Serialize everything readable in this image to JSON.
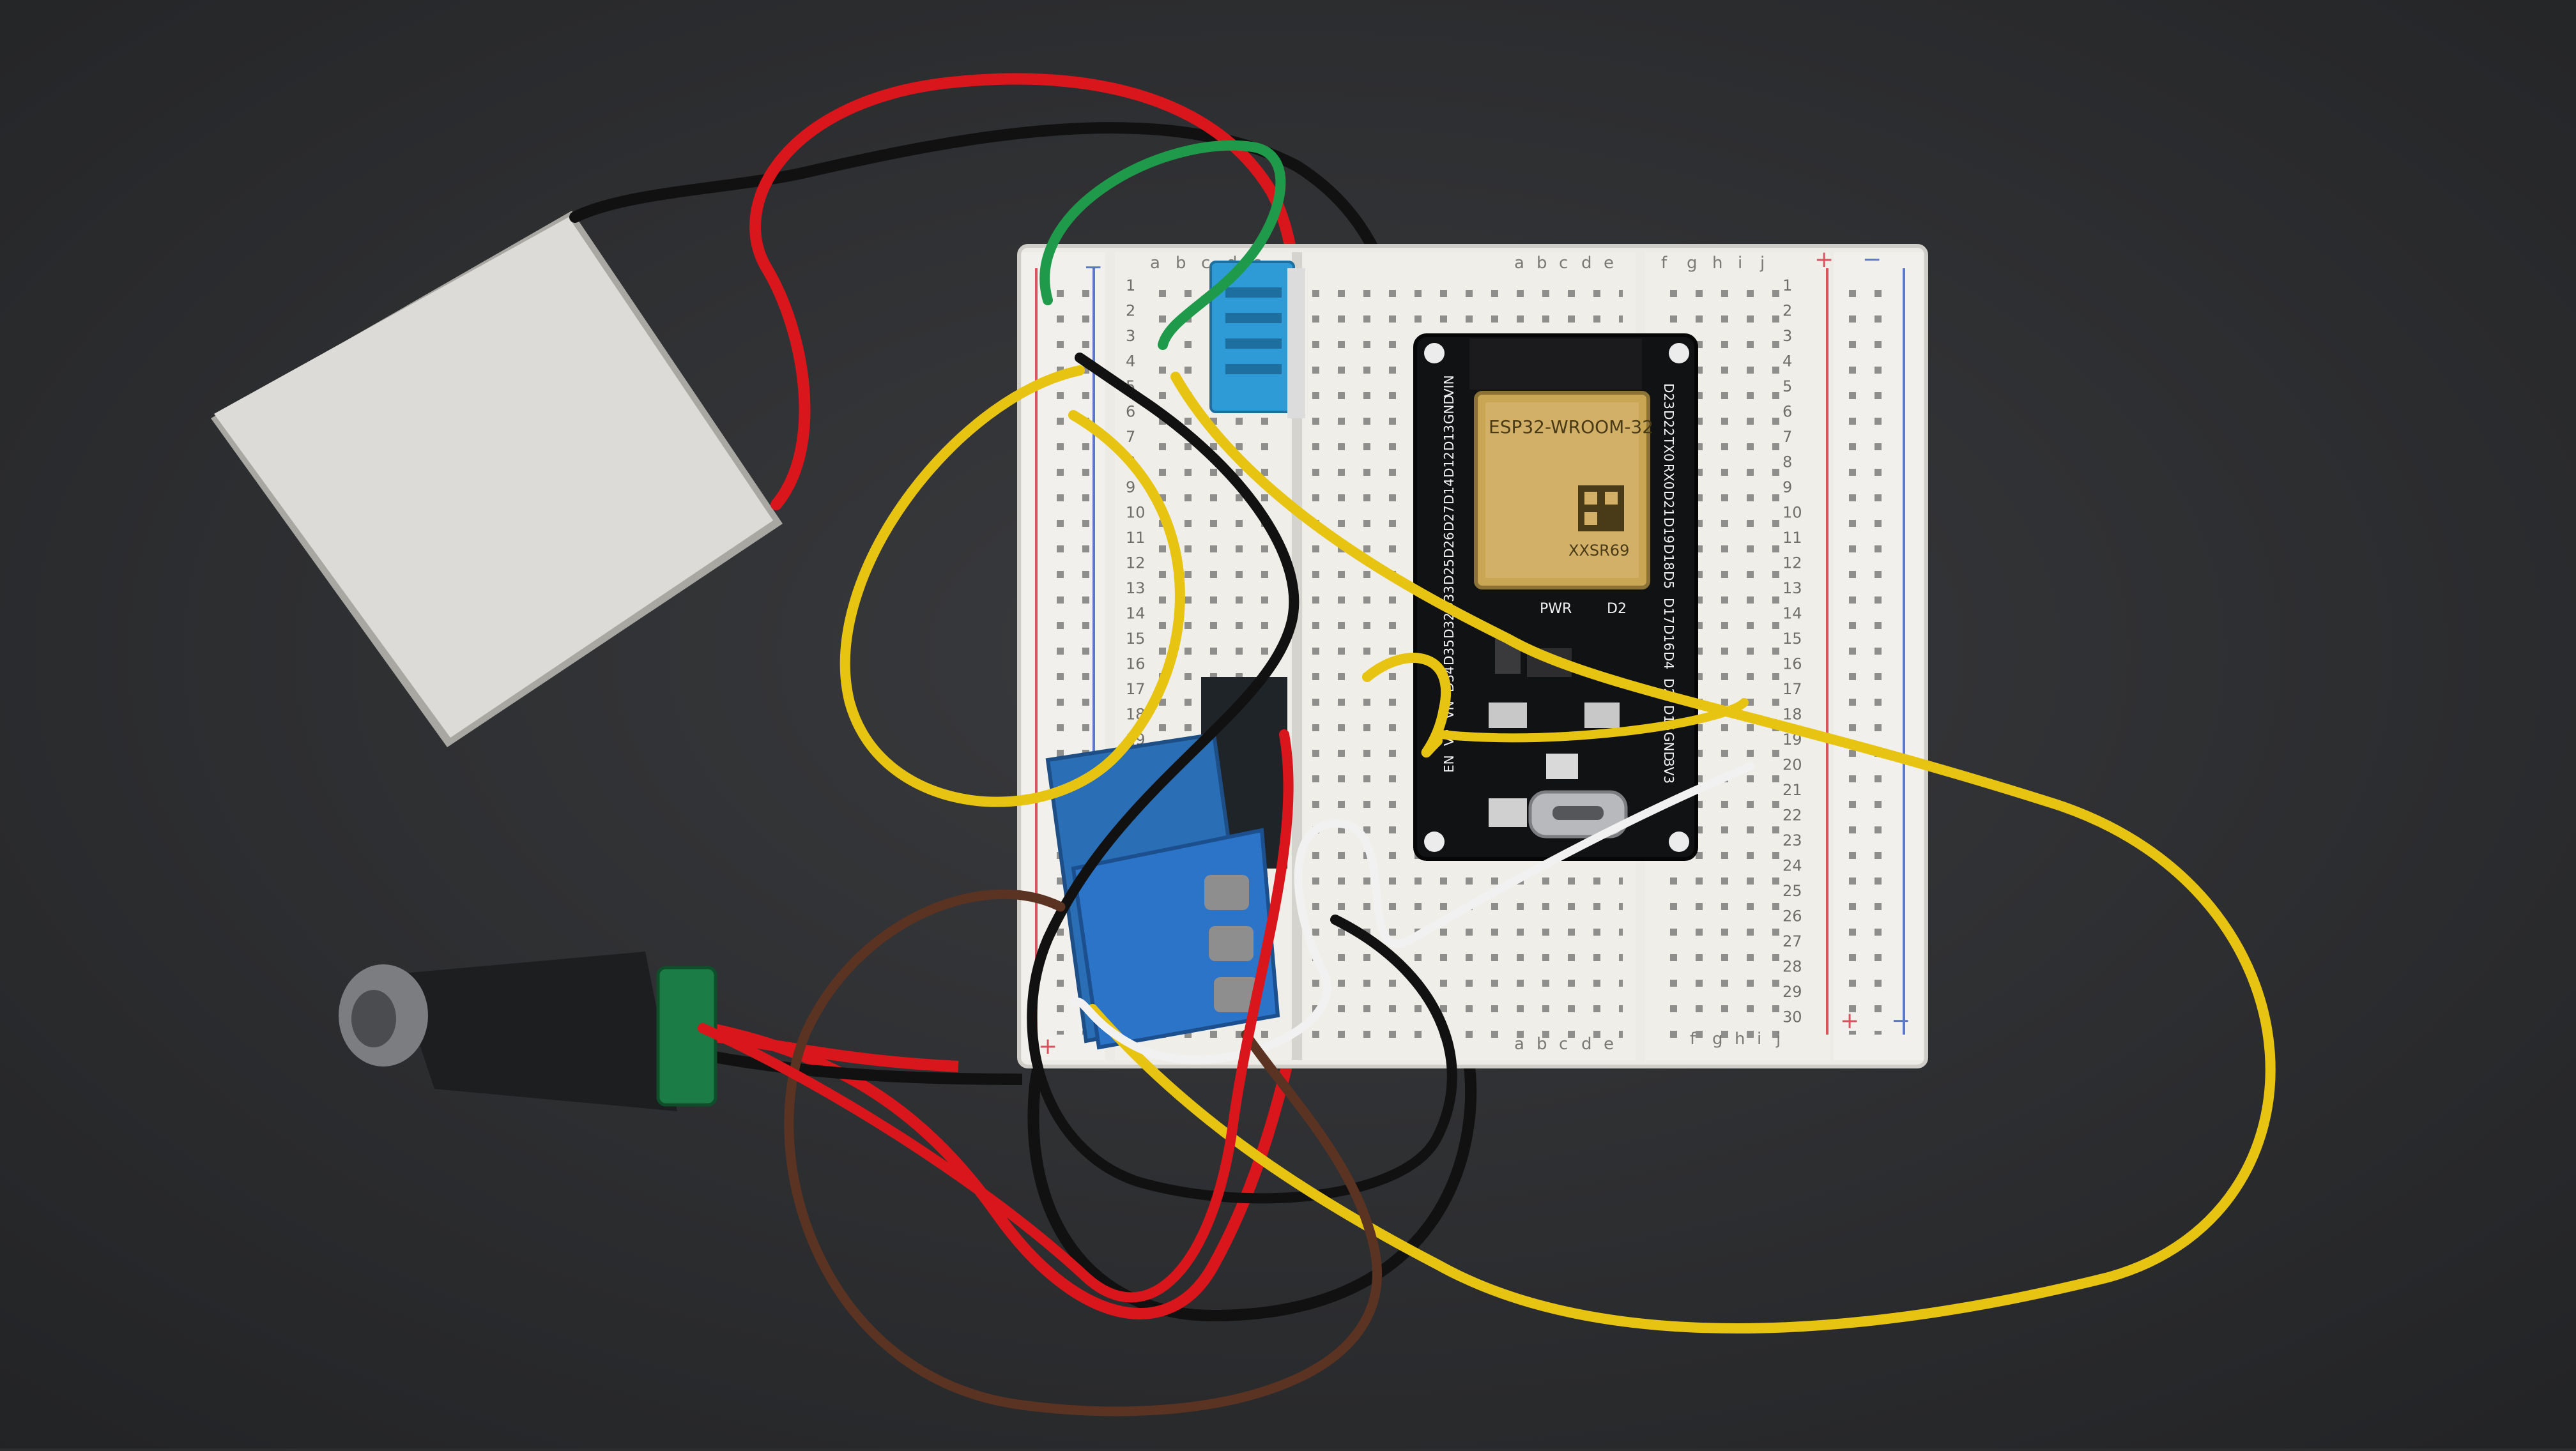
{
  "scene": {
    "surface_color": "#2c2d2f",
    "module": {
      "name": "ESP32-WROOM-32",
      "code": "XXSR69",
      "pwr_led_label": "PWR",
      "d2_led_label": "D2",
      "pins_left": [
        "EN",
        "VP",
        "VN",
        "D34",
        "D35",
        "D32",
        "D33",
        "D25",
        "D26",
        "D27",
        "D14",
        "D12",
        "D13",
        "GND",
        "VIN"
      ],
      "pins_right": [
        "D23",
        "D22",
        "TX0",
        "RX0",
        "D21",
        "D19",
        "D18",
        "D5",
        "D17",
        "D16",
        "D4",
        "D2",
        "D15",
        "GND",
        "3V3"
      ]
    },
    "breadboard": {
      "column_letters_left": [
        "a",
        "b",
        "c",
        "d",
        "e"
      ],
      "column_letters_right": [
        "f",
        "g",
        "h",
        "i",
        "j"
      ],
      "rail_plus": "+",
      "rail_minus": "−",
      "row_numbers": [
        "1",
        "2",
        "3",
        "4",
        "5",
        "6",
        "7",
        "8",
        "9",
        "10",
        "11",
        "12",
        "13",
        "14",
        "15",
        "16",
        "17",
        "18",
        "19",
        "20",
        "21",
        "22",
        "23",
        "24",
        "25",
        "26",
        "27",
        "28",
        "29",
        "30"
      ]
    },
    "wire_colors": {
      "red": "#d8161b",
      "black": "#111111",
      "green": "#1f9a4a",
      "yellow": "#e8c412",
      "white": "#f1f1f1",
      "brown": "#5a3323"
    }
  }
}
